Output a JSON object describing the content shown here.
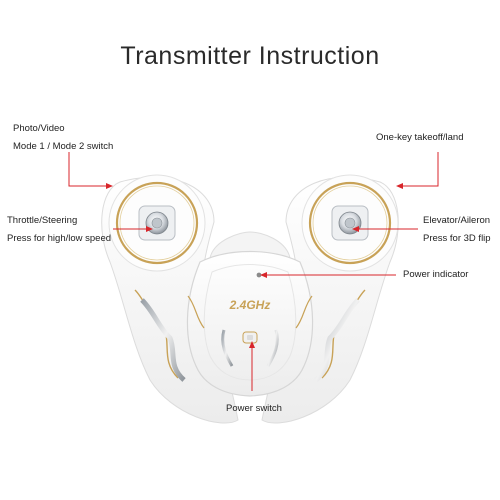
{
  "title": "Transmitter Instruction",
  "labels": {
    "photo_video": "Photo/Video",
    "mode_switch": "Mode 1 / Mode 2 switch",
    "one_key": "One-key takeoff/land",
    "throttle": "Throttle/Steering",
    "throttle_sub": "Press for high/low speed",
    "elevator": "Elevator/Aileron",
    "elevator_sub": "Press for 3D flip",
    "power_indicator": "Power indicator",
    "power_switch": "Power switch"
  },
  "logo_text": "2.4GHz",
  "colors": {
    "leader": "#d8262b",
    "gold": "#c8a257",
    "body": "#f7f7f7",
    "outline": "#dcdcdc"
  }
}
